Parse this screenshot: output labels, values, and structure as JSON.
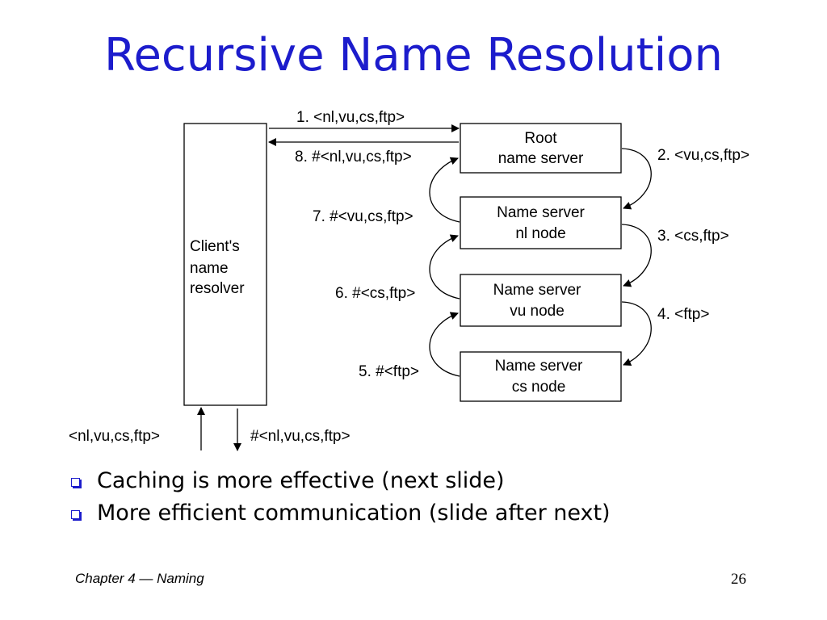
{
  "slide": {
    "title": "Recursive Name Resolution",
    "bullets": [
      "Caching is more effective (next slide)",
      "More efficient communication (slide after next)"
    ],
    "footer": {
      "chapter": "Chapter 4 — Naming",
      "page": "26"
    }
  },
  "diagram": {
    "client": [
      "Client's",
      "name",
      "resolver"
    ],
    "servers": [
      [
        "Root",
        "name server"
      ],
      [
        "Name server",
        "nl node"
      ],
      [
        "Name server",
        "vu node"
      ],
      [
        "Name server",
        "cs node"
      ]
    ],
    "top_arrows": {
      "request": "1. <nl,vu,cs,ftp>",
      "reply": "8. #<nl,vu,cs,ftp>"
    },
    "down_labels": [
      "2. <vu,cs,ftp>",
      "3. <cs,ftp>",
      "4. <ftp>"
    ],
    "up_labels": [
      "7. #<vu,cs,ftp>",
      "6. #<cs,ftp>",
      "5. #<ftp>"
    ],
    "bottom": {
      "input": "<nl,vu,cs,ftp>",
      "output": "#<nl,vu,cs,ftp>"
    }
  }
}
